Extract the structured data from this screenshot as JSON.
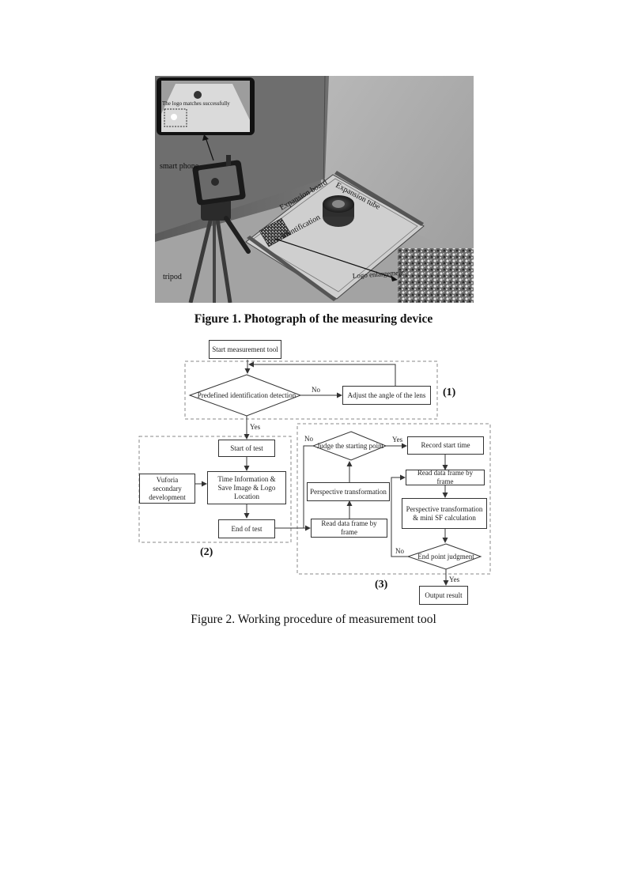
{
  "figure1": {
    "caption": "Figure 1. Photograph of the measuring device",
    "labels": {
      "logo_matches": "The logo matches successfully",
      "smart_phone": "smart phone",
      "tripod": "tripod",
      "expansion_board": "Expansion board",
      "expansion_tube": "Expansion tube",
      "identification": "Identification",
      "logo_enlargement": "Logo enlargement"
    }
  },
  "figure2": {
    "caption": "Figure 2. Working procedure of measurement tool",
    "groups": {
      "g1": "(1)",
      "g2": "(2)",
      "g3": "(3)"
    },
    "nodes": {
      "start_tool": "Start measurement tool",
      "predefined_detection": "Predefined identification detection",
      "adjust_angle": "Adjust the angle of the lens",
      "start_test": "Start of test",
      "vuforia": "Vuforia secondary development",
      "time_info": "Time Information & Save Image & Logo Location",
      "end_test": "End of test",
      "judge_start": "Judge the starting point",
      "record_start": "Record start time",
      "persp1": "Perspective transformation",
      "read_frame_left": "Read data frame by frame",
      "read_frame_right": "Read data frame by frame",
      "persp2": "Perspective transformation & mini SF calculation",
      "end_point": "End point judgment",
      "output": "Output result"
    },
    "edges": {
      "no1": "No",
      "yes1": "Yes",
      "no2": "No",
      "yes2": "Yes",
      "no3": "No",
      "yes3": "Yes"
    }
  }
}
